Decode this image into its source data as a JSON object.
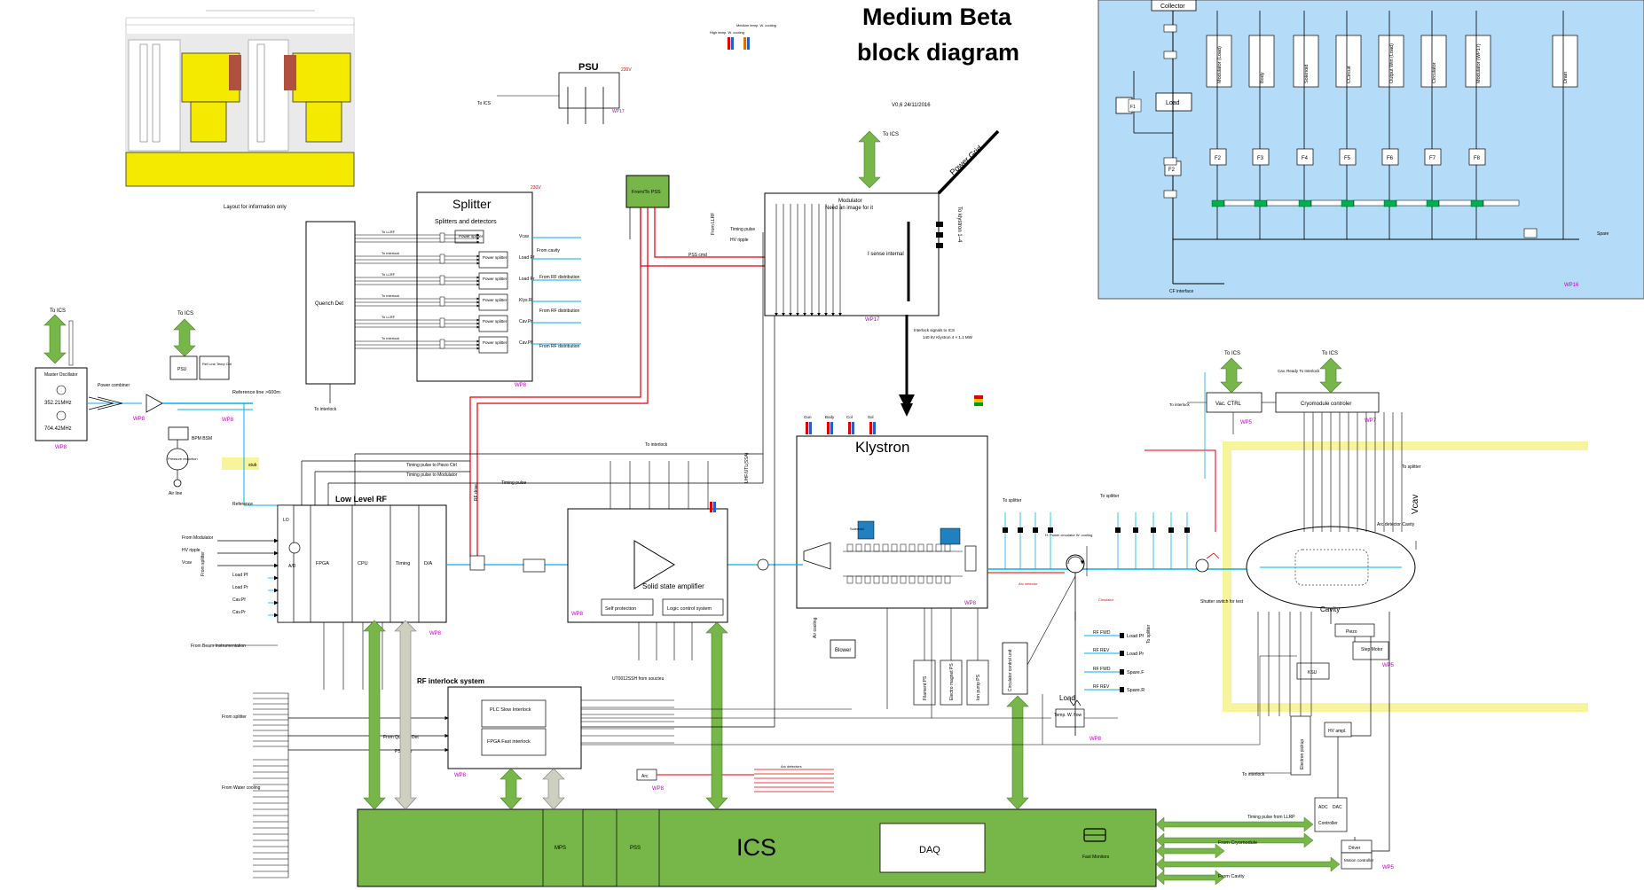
{
  "title": {
    "line1": "Medium Beta",
    "line2": "block diagram"
  },
  "version": "V0,6 24/11/2016",
  "layout_caption": "Layout for information only",
  "psu": {
    "label": "PSU",
    "to_ics": "To ICS",
    "voltage": "230V",
    "wp": "WP17"
  },
  "cooling_legend": {
    "a": "High temp. W. cooling",
    "b": "Medium temp. W. cooling"
  },
  "splitter": {
    "title": "Splitter",
    "subtitle": "Splitters and detectors",
    "power_splitter": "Power splitter",
    "rows": [
      "Vcav",
      "Load Pf",
      "Load Pr",
      "Klys.R",
      "Cav.Pr",
      "Cav.Pf"
    ],
    "inputs": [
      "From cavity",
      "From RF distribution",
      "From RF distribution",
      "From RF distribution"
    ],
    "wp": "WP8",
    "to_interlock": "To interlock",
    "to_llrf": "To LLRF"
  },
  "quench": {
    "label": "Quench Det",
    "to_interlock": "To interlock"
  },
  "from_to_pss": "From/To PSS",
  "pss_cmd": "PSS cmd",
  "modulator": {
    "title": "Modulator",
    "subtitle": "Need an image for it",
    "sense": "I sense internal",
    "power_grid": "Power Grid",
    "timing_pulse": "Timing pulse",
    "hv_ripple": "HV ripple",
    "from_llrf": "From LLRF",
    "to_ics": "To ICS",
    "wp": "WP17",
    "to_klystron": "To klystron 1–4",
    "spec": "Interlock signals to ICS"
  },
  "klystron": {
    "title": "Klystron",
    "spec": "140 kV Klystron 4 × 1.1 MW",
    "wp": "WP8",
    "air_cooling": "Air cooling",
    "blower": "Blower",
    "solenoid": "Solenoid",
    "signals": [
      "Filament PS",
      "Electro magnet PS",
      "Ion pump PS"
    ],
    "cooling": [
      "Gun",
      "Body",
      "Col",
      "Sol"
    ]
  },
  "master_osc": {
    "title": "Master Oscillator",
    "f1": "352.21MHz",
    "f2": "704.42MHz",
    "wp": "WP8",
    "to_ics": "To ICS"
  },
  "power_combiner": "Power combiner",
  "ref_line": {
    "psu": "PSU",
    "temp": "Ref Line Temp Ctrl",
    "ref_line_label": "Reference line >600m",
    "bpm": "BPM BSM",
    "pressure": "Pressure reduction",
    "air_line": "Air line",
    "stub": "stub",
    "wp": "WP8",
    "to_ics": "To ICS"
  },
  "llrf": {
    "title": "Low Level RF",
    "lo": "LO",
    "ad": "A/D",
    "cols": [
      "FPGA",
      "CPU",
      "Timing",
      "D/A"
    ],
    "inputs": [
      "From Modulator",
      "HV ripple",
      "Vcav",
      "Load Pf",
      "Load Pr",
      "Cav.Pf",
      "Cav.Pr"
    ],
    "from_beam": "From Beam Instrumentation",
    "from_splitter": "From splitter",
    "reference": "Reference",
    "timing_piezo": "Timing pulse to Piezo Ctrl",
    "timing_mod": "Timing pulse to Modulator",
    "timing_pulse": "Timing pulse",
    "to_interlock": "To interlock",
    "rf_drive": "RF drive",
    "wp": "WP8"
  },
  "ssa": {
    "title": "Solid state amplifier",
    "self_protection": "Self protection",
    "logic_control": "Logic control system",
    "wp": "WP8",
    "uhf": "UHF/UTL(SSA)",
    "note": "UT0012SSH from soucteu"
  },
  "interlock": {
    "title": "RF interlock system",
    "plc": "PLC Slow Interlock",
    "fpga": "FPGA Fast interlock",
    "from_quench": "From Quench Det",
    "pss_info": "PSS info",
    "from_splitter": "From splitter",
    "from_water": "From Water cooling",
    "wp": "WP8",
    "arc": "Arc",
    "arc_det": "Arc detectors"
  },
  "ics": {
    "label": "ICS",
    "mps": "MPS",
    "pss": "PSS",
    "daq": "DAQ",
    "fast_monitors": "Fast Monitors"
  },
  "circulator": {
    "to_splitter": "To splitter",
    "circulator_cooling": "H. Power circulator W. cooling",
    "arc_detector": "Arc detector",
    "circulator_label": "Circulator",
    "circulator_control": "Circulator control unit",
    "load": "Load",
    "temp": "Temp. W. flow",
    "rf_fwd": "RF FWD",
    "rf_rev": "RF REV",
    "load_pf": "Load Pf",
    "load_pr": "Load Pr",
    "spare_f": "Spare.F",
    "spare_r": "Spare.R",
    "to_splitter_short": "To splitter",
    "wp": "WP8"
  },
  "cavity": {
    "label": "Cavity",
    "vcav": "Vcav",
    "arc_detector": "Arc detector Cavity",
    "to_splitter": "To splitter",
    "shutter": "Shutter switch for test",
    "piezo": "Piezo",
    "step_motor": "Step Motor",
    "hv_ampl": "HV ampl.",
    "adc": "ADC",
    "dac": "DAC",
    "controller": "Controller",
    "driver": "Driver",
    "motion": "Motion controller",
    "tuner": "Electron pickup",
    "ksu": "KSU",
    "wp": "WP5"
  },
  "cryo": {
    "vac": "Vac. CTRL",
    "cryo_ctrl": "Cryomodule controler",
    "to_ics": "To ICS",
    "cav_ready": "Cav. Ready To Interlock",
    "to_interlock": "To interlock",
    "wp5": "WP5",
    "wp7": "WP7"
  },
  "connectors": {
    "timing_llrp": "Timing pulse from LLRP",
    "from_cryo": "From Cryomodule",
    "from_cavity": "From Cavity",
    "to_interlock": "To interlock",
    "wp": "WP8"
  },
  "water": {
    "collector": "Collector",
    "load": "Load",
    "cf_interface": "CF interface",
    "spare": "Spare",
    "wp": "WP16",
    "columns": [
      "Modulator (Load)",
      "Body",
      "Solenoid",
      "CCircuit",
      "Output Win (Load)",
      "Circulator",
      "Modulator (WP17)",
      "Drain"
    ],
    "flows": [
      "F1",
      "F2",
      "F3",
      "F4",
      "F5",
      "F6",
      "F7",
      "F8"
    ]
  },
  "power_230v": "230V",
  "colors": {
    "green": "#77b648",
    "blue": "#00b0f0",
    "red": "#e00000",
    "magenta": "#c000c0",
    "panel": "#b4dcf8",
    "yellow": "#f8f49c"
  }
}
